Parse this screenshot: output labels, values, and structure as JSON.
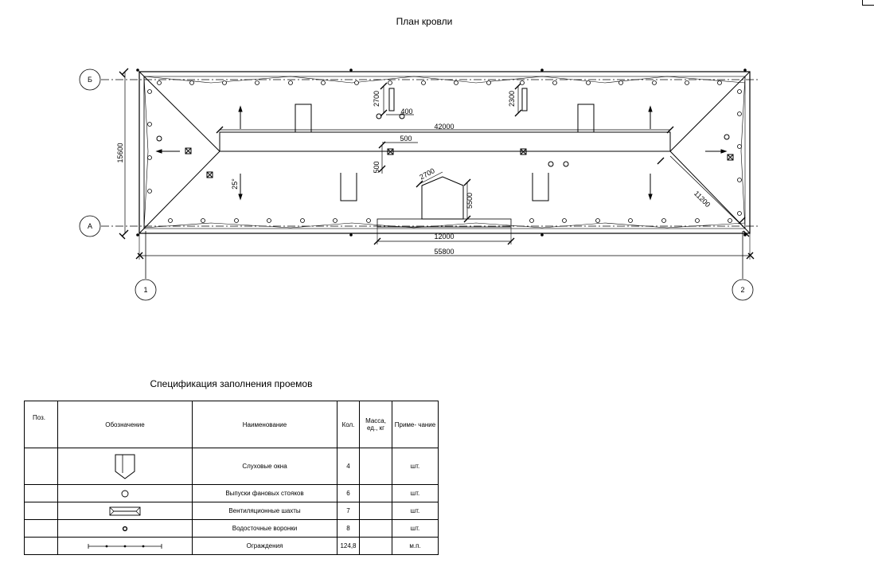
{
  "page": {
    "title": "План кровли"
  },
  "axes": {
    "row_top": "Б",
    "row_bottom": "А",
    "col_left": "1",
    "col_right": "2"
  },
  "dims": {
    "total_length": "55800",
    "total_width": "15600",
    "ridge": "42000",
    "bottom_section": "12000",
    "hip": "11200",
    "dormer_width": "2700",
    "dormer_depth": "5500",
    "vent_1_height": "2700",
    "vent_1_width": "400",
    "vent_2_height": "2300",
    "ridge_offset_h": "500",
    "ridge_offset_v": "500",
    "slope": "25°"
  },
  "spec": {
    "title": "Спецификация заполнения проемов",
    "headers": {
      "pos": "Поз.",
      "designation": "Обозначение",
      "name": "Наименование",
      "qty": "Кол.",
      "mass": "Масса, ед., кг",
      "note": "Приме- чание"
    },
    "rows": [
      {
        "symbol": "dormer-window-icon",
        "name": "Слуховые окна",
        "qty": "4",
        "note": "шт."
      },
      {
        "symbol": "vent-pipe-circle-icon",
        "name": "Выпуски фановых стояков",
        "qty": "6",
        "note": "шт."
      },
      {
        "symbol": "vent-shaft-icon",
        "name": "Вентиляционные шахты",
        "qty": "7",
        "note": "шт."
      },
      {
        "symbol": "drain-funnel-icon",
        "name": "Водосточные воронки",
        "qty": "8",
        "note": "шт."
      },
      {
        "symbol": "railing-icon",
        "name": "Ограждения",
        "qty": "124,8",
        "note": "м.п."
      }
    ]
  }
}
